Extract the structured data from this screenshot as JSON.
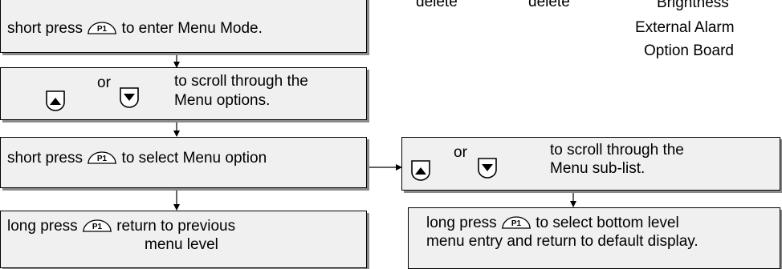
{
  "top_right": {
    "col1": "delete",
    "col2": "delete",
    "col3": [
      "Brightness",
      "External Alarm",
      "Option Board"
    ]
  },
  "keys": {
    "p1": "P1",
    "up_icon": "up-arrow-key-icon",
    "down_icon": "down-arrow-key-icon"
  },
  "box1": {
    "before": "short press",
    "after": "to enter Menu Mode."
  },
  "box2": {
    "or": "or",
    "line1": "to scroll through the",
    "line2": "Menu options."
  },
  "box3": {
    "before": "short press",
    "after": "to select Menu option"
  },
  "box4": {
    "before": "long press",
    "after": "return to previous",
    "line2": "menu level"
  },
  "box5": {
    "or": "or",
    "line1": "to scroll through the",
    "line2": "Menu sub-list."
  },
  "box6": {
    "before": "long press",
    "after": "to select  bottom level",
    "line2": "menu entry and return to default display."
  }
}
